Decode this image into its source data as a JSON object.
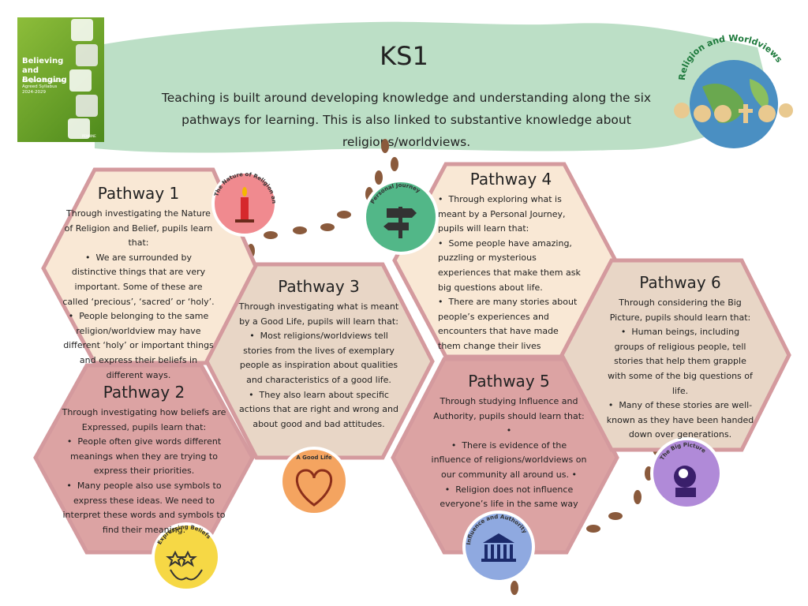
{
  "header": {
    "title": "KS1",
    "subtitle": "Teaching is built around developing knowledge and understanding along the six pathways for learning. This is also linked to substantive knowledge about religions/worldviews."
  },
  "book": {
    "title": "Believing and Belonging",
    "subtitle": "Religious Education Agreed Syllabus 2024-2029",
    "publisher": "PENNINE"
  },
  "logo": {
    "text": "Religion and Worldviews"
  },
  "pathways": [
    {
      "title": "Pathway 1",
      "intro": "Through investigating the Nature of Religion and Belief, pupils  learn that:",
      "points": [
        "We are surrounded by distinctive things that are very important. Some of these are called ‘precious’, ‘sacred’ or ‘holy’.",
        "People belonging to the same religion/worldview may have different ‘holy’ or important things and express their beliefs in different ways."
      ],
      "badge": "The Nature of Religion and Belief"
    },
    {
      "title": "Pathway 2",
      "intro": "Through investigating how beliefs are Expressed, pupils  learn that:",
      "points": [
        "People often give words different meanings when they are trying to express their priorities.",
        "Many people also use symbols to express these ideas. We need to interpret these words and symbols to find their meaning."
      ],
      "badge": "Expressing Beliefs"
    },
    {
      "title": "Pathway 3",
      "intro": "Through investigating what is meant by a Good Life, pupils will learn that:",
      "points": [
        "Most religions/worldviews tell stories from the lives of exemplary people as inspiration about qualities and characteristics of a good life.",
        "They also learn about specific actions that are right and wrong and about good and bad attitudes."
      ],
      "badge": "A Good Life"
    },
    {
      "title": "Pathway 4",
      "intro": "Through exploring what is meant by a Personal Journey, pupils will learn that:",
      "points": [
        "Some people have amazing, puzzling or mysterious experiences that make them ask big questions about life.",
        "There are many stories about people’s experiences and encounters that have made them change their lives"
      ],
      "badge": "Personal Journey"
    },
    {
      "title": "Pathway 5",
      "intro": "Through studying Influence and Authority, pupils should learn that: •",
      "points": [
        "There is evidence of the influence of religions/worldviews on our community all around us. •",
        "Religion does not influence everyone’s life in the same way"
      ],
      "badge": "Influence and Authority"
    },
    {
      "title": "Pathway 6",
      "intro": "Through considering the Big Picture, pupils should learn that:",
      "points": [
        "Human beings, including groups of religious people, tell stories that help them grapple with some of the big questions of life.",
        "Many of these stories are well-known as they have been handed down over generations."
      ],
      "badge": "The Big Picture"
    }
  ],
  "colors": {
    "banner": "#b5dcc0",
    "hex_border": "#d49a9e",
    "hex_cream": "#f9e8d5",
    "hex_tan": "#e8d6c6",
    "hex_rose": "#dca3a3",
    "footprints": "#8a5a3c"
  }
}
